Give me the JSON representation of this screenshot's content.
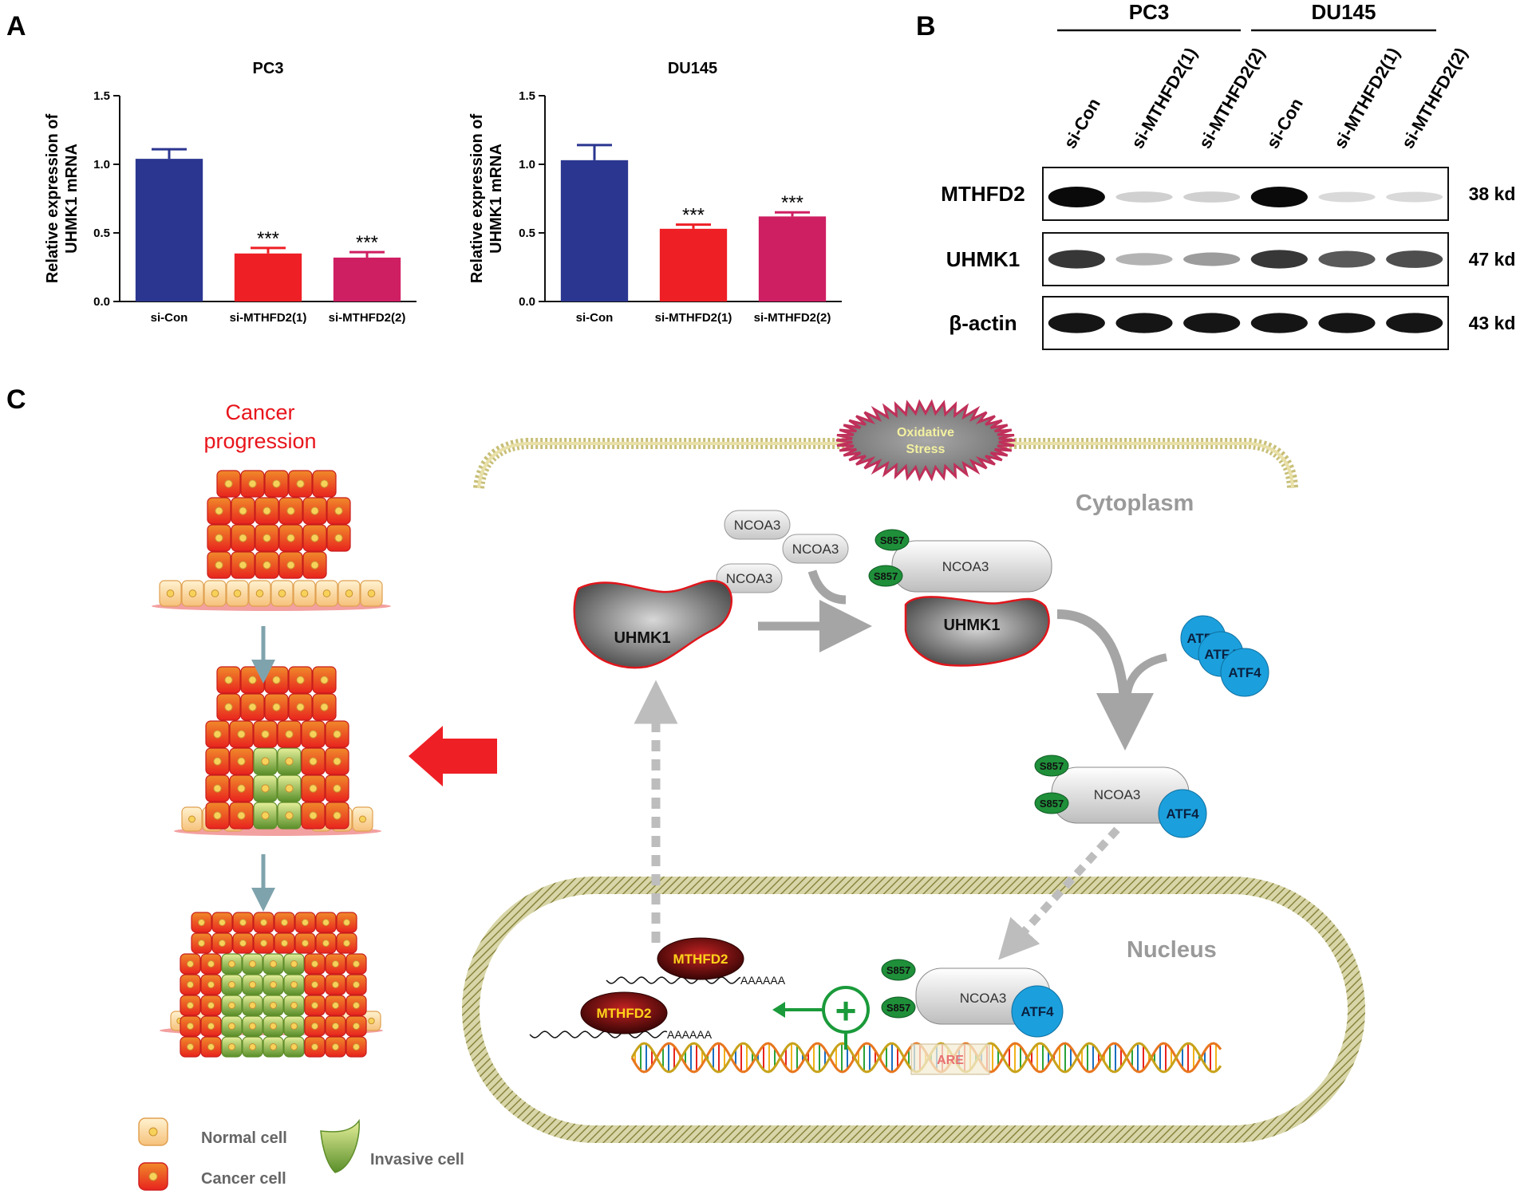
{
  "panel_labels": {
    "a": "A",
    "b": "B",
    "c": "C"
  },
  "chart_data": [
    {
      "type": "bar",
      "title": "PC3",
      "ylabel_line1": "Relative expression of",
      "ylabel_line2": "UHMK1 mRNA",
      "xlabel": "",
      "categories": [
        "si-Con",
        "si-MTHFD2(1)",
        "si-MTHFD2(2)"
      ],
      "values": [
        1.04,
        0.35,
        0.32
      ],
      "errors": [
        0.07,
        0.04,
        0.04
      ],
      "significance": [
        "",
        "***",
        "***"
      ],
      "ylim": [
        0,
        1.5
      ],
      "yticks": [
        "0.0",
        "0.5",
        "1.0",
        "1.5"
      ],
      "colors": [
        "#2b3690",
        "#ee1f25",
        "#cf1f63"
      ]
    },
    {
      "type": "bar",
      "title": "DU145",
      "ylabel_line1": "Relative expression of",
      "ylabel_line2": "UHMK1 mRNA",
      "xlabel": "",
      "categories": [
        "si-Con",
        "si-MTHFD2(1)",
        "si-MTHFD2(2)"
      ],
      "values": [
        1.03,
        0.53,
        0.62
      ],
      "errors": [
        0.11,
        0.03,
        0.03
      ],
      "significance": [
        "",
        "***",
        "***"
      ],
      "ylim": [
        0,
        1.5
      ],
      "yticks": [
        "0.0",
        "0.5",
        "1.0",
        "1.5"
      ],
      "colors": [
        "#2b3690",
        "#ee1f25",
        "#cf1f63"
      ]
    }
  ],
  "western_blot": {
    "groups": [
      "PC3",
      "DU145"
    ],
    "lanes": [
      "si-Con",
      "si-MTHFD2(1)",
      "si-MTHFD2(2)",
      "si-Con",
      "si-MTHFD2(1)",
      "si-MTHFD2(2)"
    ],
    "rows": [
      {
        "label": "MTHFD2",
        "kd": "38 kd",
        "intensity": [
          1.0,
          0.12,
          0.12,
          1.0,
          0.08,
          0.08
        ]
      },
      {
        "label": "UHMK1",
        "kd": "47 kd",
        "intensity": [
          0.8,
          0.25,
          0.35,
          0.8,
          0.65,
          0.7
        ]
      },
      {
        "label": "β-actin",
        "kd": "43 kd",
        "intensity": [
          0.95,
          0.95,
          0.95,
          0.95,
          0.95,
          0.95
        ]
      }
    ]
  },
  "progression": {
    "title_line1": "Cancer",
    "title_line2": "progression",
    "legend": {
      "normal": "Normal cell",
      "cancer": "Cancer cell",
      "invasive": "Invasive cell"
    }
  },
  "pathway": {
    "oxidative_line1": "Oxidative",
    "oxidative_line2": "Stress",
    "cytoplasm": "Cytoplasm",
    "nucleus": "Nucleus",
    "ncoa3": "NCOA3",
    "uhmk1": "UHMK1",
    "atf4": "ATF4",
    "s857": "S857",
    "mthfd2": "MTHFD2",
    "polyA": "AAAAAA",
    "are": "ARE",
    "plus": "+"
  }
}
